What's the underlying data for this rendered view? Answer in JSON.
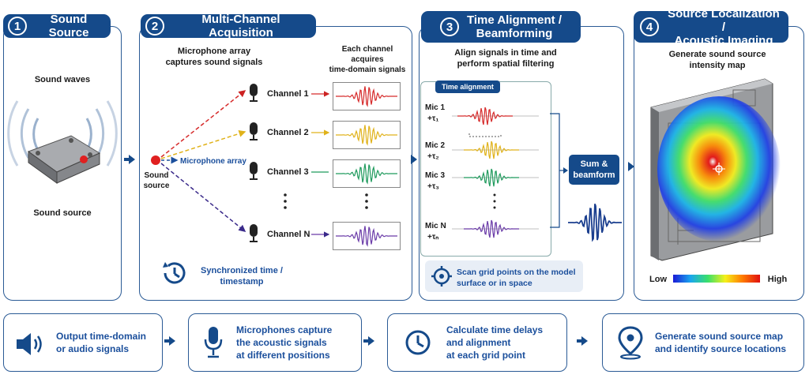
{
  "panels": {
    "p1": {
      "num": "1",
      "title": "Sound Source",
      "waves_label": "Sound waves",
      "source_label": "Sound source"
    },
    "p2": {
      "num": "2",
      "title": "Multi-Channel Acquisition",
      "mic_array_caption": "Microphone array\ncaptures sound signals",
      "each_channel": "Each channel\nacquires\ntime-domain signals",
      "source_label": "Sound\nsource",
      "mic_array_label": "Microphone array",
      "channels": [
        "Channel 1",
        "Channel 2",
        "Channel 3",
        "Channel N"
      ],
      "sync": "Synchronized time /\ntimestamp"
    },
    "p3": {
      "num": "3",
      "title": "Time Alignment /\nBeamforming",
      "caption": "Align signals in time and\nperform spatial filtering",
      "time_alignment": "Time alignment",
      "mics": [
        {
          "name": "Mic 1",
          "tau": "+τ₁"
        },
        {
          "name": "Mic 2",
          "tau": "+τ₂"
        },
        {
          "name": "Mic 3",
          "tau": "+τ₃"
        },
        {
          "name": "Mic N",
          "tau": "+τₙ"
        }
      ],
      "sum": "Sum &\nbeamform",
      "scan": "Scan grid points on the model\nsurface or in space"
    },
    "p4": {
      "num": "4",
      "title": "Source Localization /\nAcoustic Imaging",
      "caption": "Generate sound source\nintensity map",
      "low": "Low",
      "high": "High"
    }
  },
  "bottom": [
    {
      "icon": "speaker-icon",
      "text": "Output time-domain\nor audio signals"
    },
    {
      "icon": "microphone-icon",
      "text": "Microphones capture\nthe acoustic signals\nat different positions"
    },
    {
      "icon": "clock-icon",
      "text": "Calculate time delays\nand alignment\nat each grid point"
    },
    {
      "icon": "location-pin-icon",
      "text": "Generate sound source map\nand identify source locations"
    }
  ],
  "colors": {
    "navy": "#154a8a",
    "ch1": "#d62a2a",
    "ch2": "#e0b21a",
    "ch3": "#1e9a5c",
    "chN": "#6a3ba8",
    "beam": "#1b3f8f"
  }
}
